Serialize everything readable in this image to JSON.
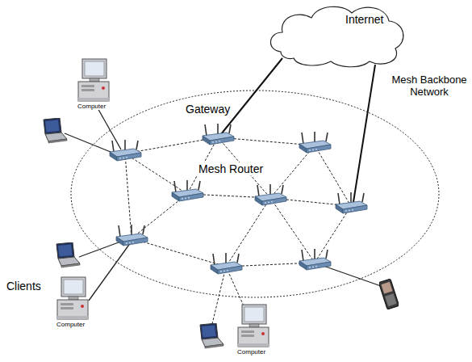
{
  "diagram": {
    "nodes": [
      {
        "text": [
          "Internet"
        ]
      }
    ],
    "labels": [
      "Gateway",
      "Mesh Backbone Network",
      "Mesh Router",
      "Clients",
      "Computer",
      "Computer",
      "Computer"
    ]
  }
}
